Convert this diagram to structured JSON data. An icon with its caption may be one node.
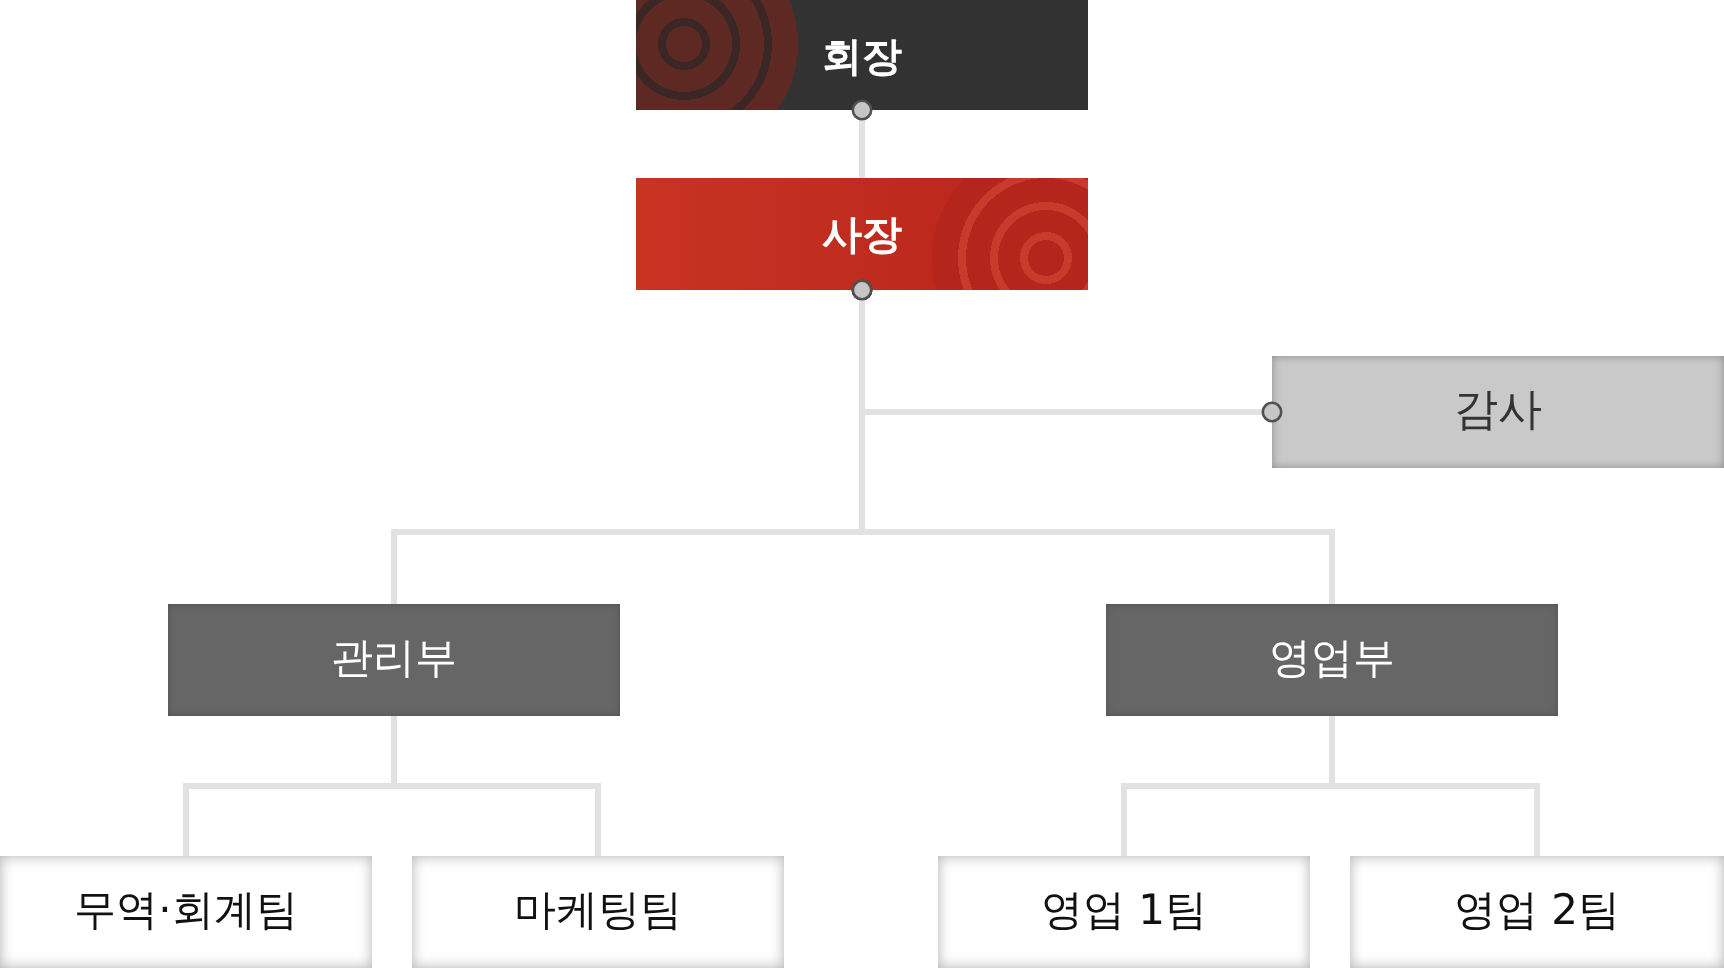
{
  "diagram": {
    "nodes": [
      {
        "text": [
          "회장"
        ]
      },
      {
        "text": [
          "사장"
        ]
      },
      {
        "text": [
          "감사"
        ]
      },
      {
        "text": [
          "관리부"
        ]
      },
      {
        "text": [
          "영업부"
        ]
      },
      {
        "text": [
          "무역·회계팀"
        ]
      },
      {
        "text": [
          "마케팅팀"
        ]
      },
      {
        "text": [
          "영업 1팀"
        ]
      },
      {
        "text": [
          "영업 2팀"
        ]
      }
    ],
    "edges": [
      {
        "from": 0,
        "to": 1,
        "arrow": "other"
      },
      {
        "from": 1,
        "to": 2,
        "arrow": "other"
      },
      {
        "from": 1,
        "to": 3,
        "arrow": "other"
      },
      {
        "from": 1,
        "to": 4,
        "arrow": "other"
      },
      {
        "from": 3,
        "to": 5,
        "arrow": "none"
      },
      {
        "from": 3,
        "to": 6,
        "arrow": "none"
      },
      {
        "from": 4,
        "to": 7,
        "arrow": "none"
      },
      {
        "from": 4,
        "to": 8,
        "arrow": "none"
      }
    ]
  }
}
